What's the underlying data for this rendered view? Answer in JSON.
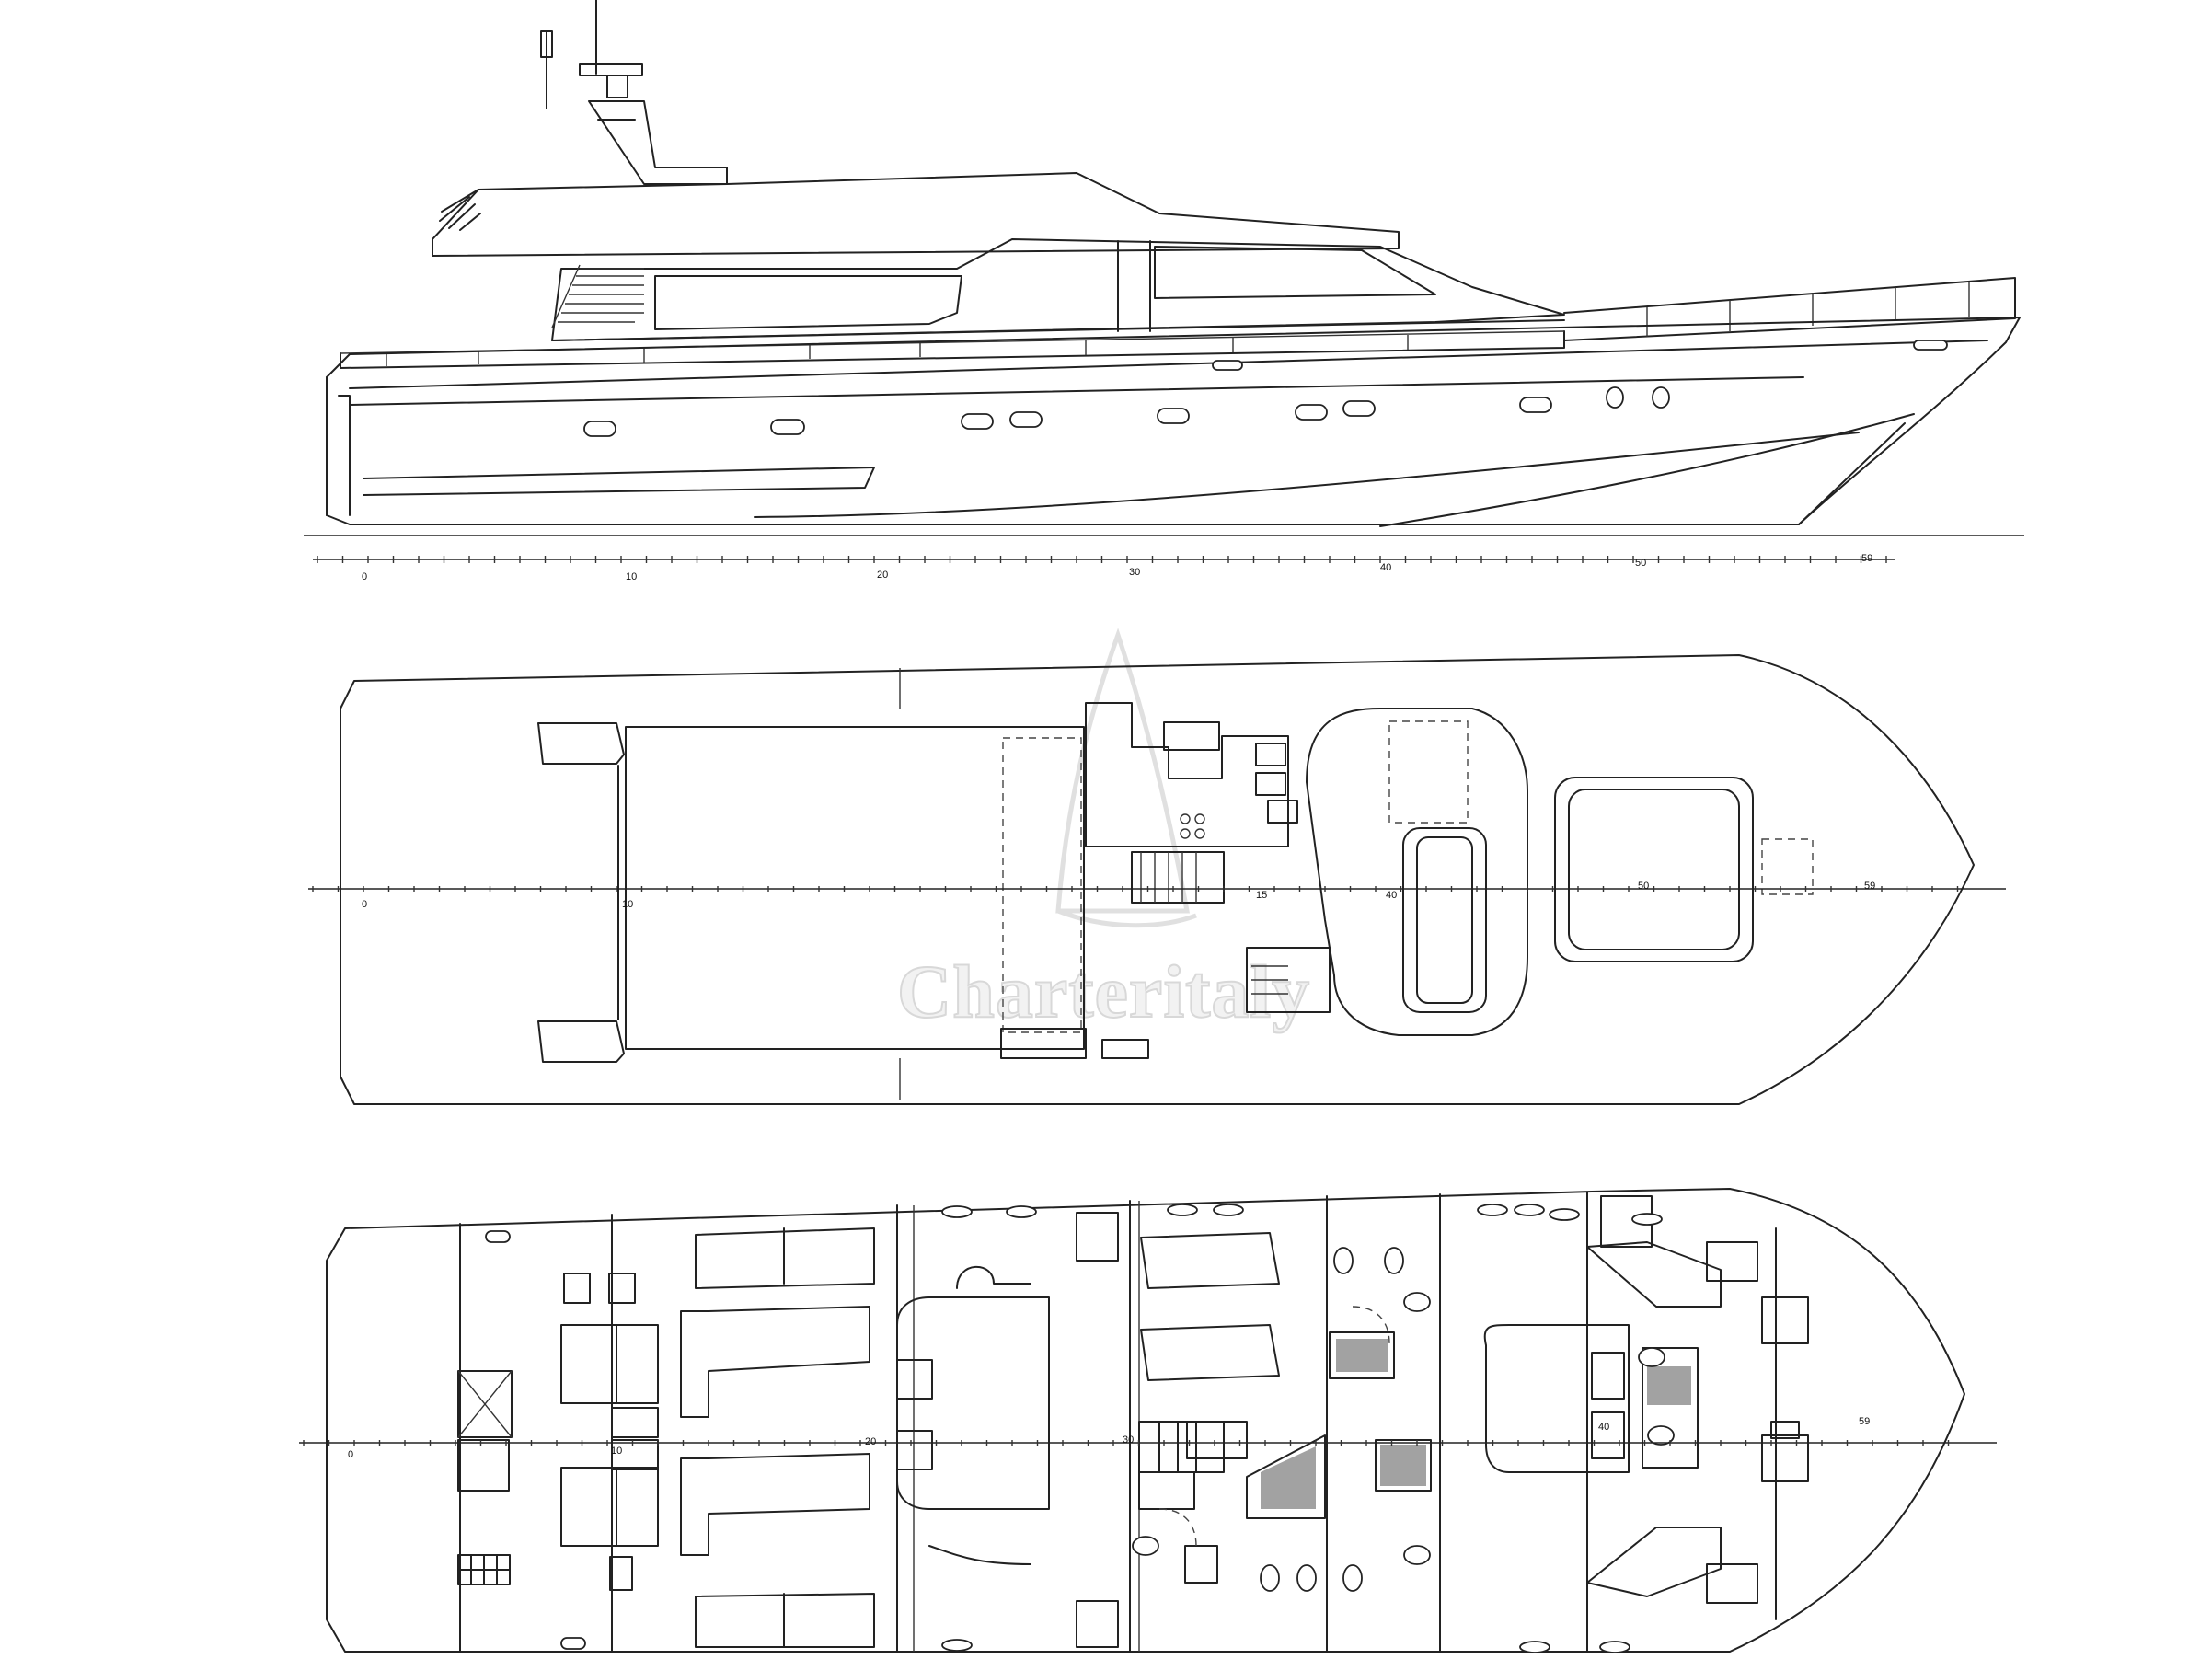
{
  "watermark": {
    "text": "Charteritaly"
  },
  "views": {
    "profile": {
      "stations": [
        "0",
        "10",
        "20",
        "30",
        "40",
        "50",
        "59"
      ]
    },
    "upper_deck": {
      "stations": [
        "0",
        "10",
        "15",
        "40",
        "50",
        "59"
      ]
    },
    "lower_deck": {
      "stations": [
        "0",
        "10",
        "20",
        "30",
        "40",
        "59"
      ]
    }
  },
  "colors": {
    "line": "#222222",
    "background": "#ffffff",
    "watermark": "#e0e0e0"
  }
}
